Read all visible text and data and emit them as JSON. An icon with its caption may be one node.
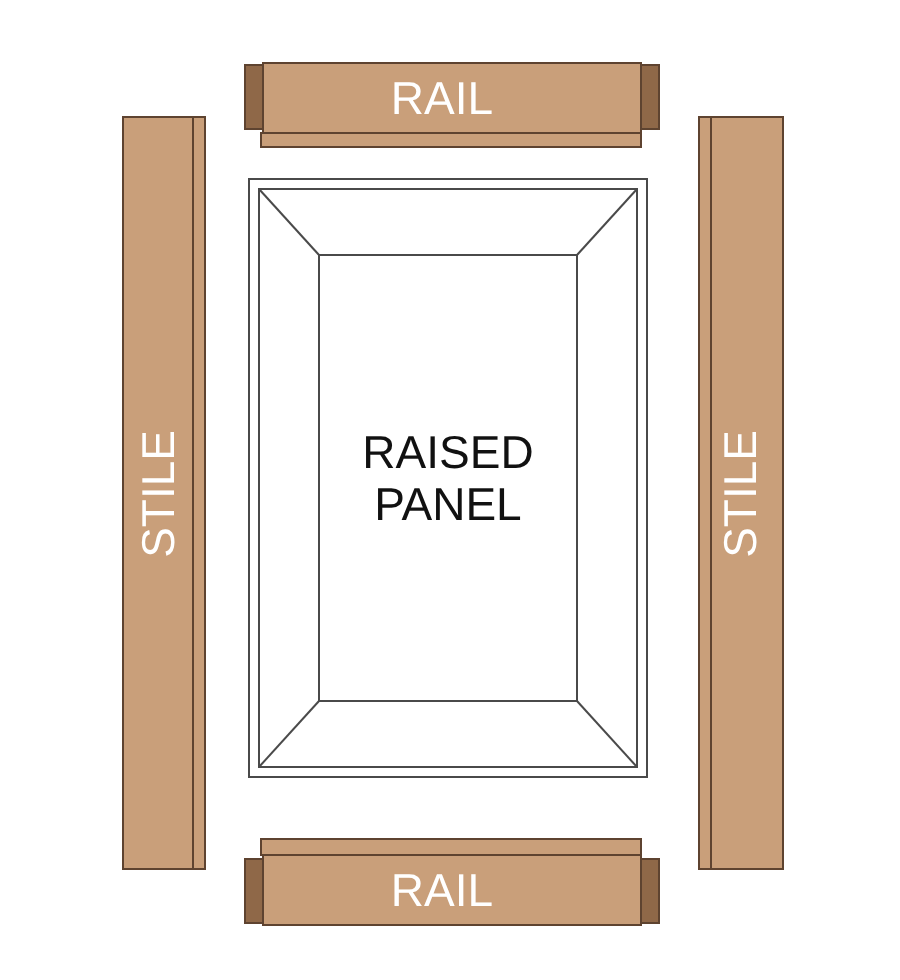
{
  "diagram": {
    "nodes": [
      {
        "text": [
          "RAIL"
        ]
      },
      {
        "text": [
          "STILE"
        ]
      },
      {
        "text": [
          "RAISED PANEL"
        ]
      },
      {
        "text": [
          "STILE"
        ]
      },
      {
        "text": [
          "RAIL"
        ]
      }
    ]
  }
}
